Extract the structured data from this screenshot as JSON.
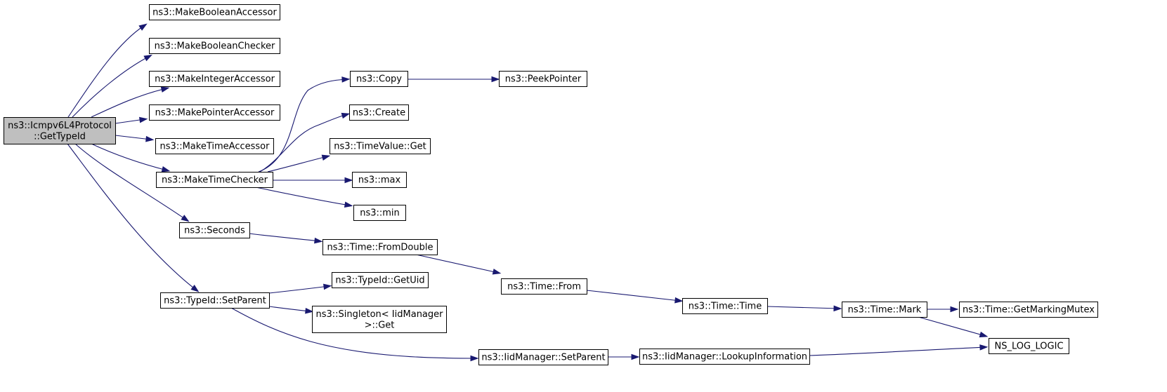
{
  "graph": {
    "root": "getTypeId",
    "nodes": [
      {
        "id": "getTypeId",
        "lines": [
          "ns3::Icmpv6L4Protocol",
          "::GetTypeId"
        ]
      },
      {
        "id": "makeBooleanAccessor",
        "lines": [
          "ns3::MakeBooleanAccessor"
        ]
      },
      {
        "id": "makeBooleanChecker",
        "lines": [
          "ns3::MakeBooleanChecker"
        ]
      },
      {
        "id": "makeIntegerAccessor",
        "lines": [
          "ns3::MakeIntegerAccessor"
        ]
      },
      {
        "id": "makePointerAccessor",
        "lines": [
          "ns3::MakePointerAccessor"
        ]
      },
      {
        "id": "makeTimeAccessor",
        "lines": [
          "ns3::MakeTimeAccessor"
        ]
      },
      {
        "id": "makeTimeChecker",
        "lines": [
          "ns3::MakeTimeChecker"
        ]
      },
      {
        "id": "seconds",
        "lines": [
          "ns3::Seconds"
        ]
      },
      {
        "id": "setParent",
        "lines": [
          "ns3::TypeId::SetParent"
        ]
      },
      {
        "id": "copy",
        "lines": [
          "ns3::Copy"
        ]
      },
      {
        "id": "peekPointer",
        "lines": [
          "ns3::PeekPointer"
        ]
      },
      {
        "id": "create",
        "lines": [
          "ns3::Create"
        ]
      },
      {
        "id": "timeValueGet",
        "lines": [
          "ns3::TimeValue::Get"
        ]
      },
      {
        "id": "max",
        "lines": [
          "ns3::max"
        ]
      },
      {
        "id": "min",
        "lines": [
          "ns3::min"
        ]
      },
      {
        "id": "fromDouble",
        "lines": [
          "ns3::Time::FromDouble"
        ]
      },
      {
        "id": "from",
        "lines": [
          "ns3::Time::From"
        ]
      },
      {
        "id": "time",
        "lines": [
          "ns3::Time::Time"
        ]
      },
      {
        "id": "mark",
        "lines": [
          "ns3::Time::Mark"
        ]
      },
      {
        "id": "getMarkingMutex",
        "lines": [
          "ns3::Time::GetMarkingMutex"
        ]
      },
      {
        "id": "nsLogLogic",
        "lines": [
          "NS_LOG_LOGIC"
        ]
      },
      {
        "id": "getUid",
        "lines": [
          "ns3::TypeId::GetUid"
        ]
      },
      {
        "id": "singletonGet",
        "lines": [
          "ns3::Singleton< IidManager",
          " >::Get"
        ]
      },
      {
        "id": "iidSetParent",
        "lines": [
          "ns3::IidManager::SetParent"
        ]
      },
      {
        "id": "lookupInformation",
        "lines": [
          "ns3::IidManager::LookupInformation"
        ]
      }
    ],
    "edges": [
      {
        "from": "getTypeId",
        "to": "makeBooleanAccessor"
      },
      {
        "from": "getTypeId",
        "to": "makeBooleanChecker"
      },
      {
        "from": "getTypeId",
        "to": "makeIntegerAccessor"
      },
      {
        "from": "getTypeId",
        "to": "makePointerAccessor"
      },
      {
        "from": "getTypeId",
        "to": "makeTimeAccessor"
      },
      {
        "from": "getTypeId",
        "to": "makeTimeChecker"
      },
      {
        "from": "getTypeId",
        "to": "seconds"
      },
      {
        "from": "getTypeId",
        "to": "setParent"
      },
      {
        "from": "makeTimeChecker",
        "to": "copy"
      },
      {
        "from": "makeTimeChecker",
        "to": "create"
      },
      {
        "from": "makeTimeChecker",
        "to": "timeValueGet"
      },
      {
        "from": "makeTimeChecker",
        "to": "max"
      },
      {
        "from": "makeTimeChecker",
        "to": "min"
      },
      {
        "from": "copy",
        "to": "peekPointer"
      },
      {
        "from": "seconds",
        "to": "fromDouble"
      },
      {
        "from": "fromDouble",
        "to": "from"
      },
      {
        "from": "from",
        "to": "time"
      },
      {
        "from": "time",
        "to": "mark"
      },
      {
        "from": "mark",
        "to": "getMarkingMutex"
      },
      {
        "from": "mark",
        "to": "nsLogLogic"
      },
      {
        "from": "setParent",
        "to": "getUid"
      },
      {
        "from": "setParent",
        "to": "singletonGet"
      },
      {
        "from": "setParent",
        "to": "iidSetParent"
      },
      {
        "from": "iidSetParent",
        "to": "lookupInformation"
      },
      {
        "from": "lookupInformation",
        "to": "nsLogLogic"
      }
    ]
  }
}
